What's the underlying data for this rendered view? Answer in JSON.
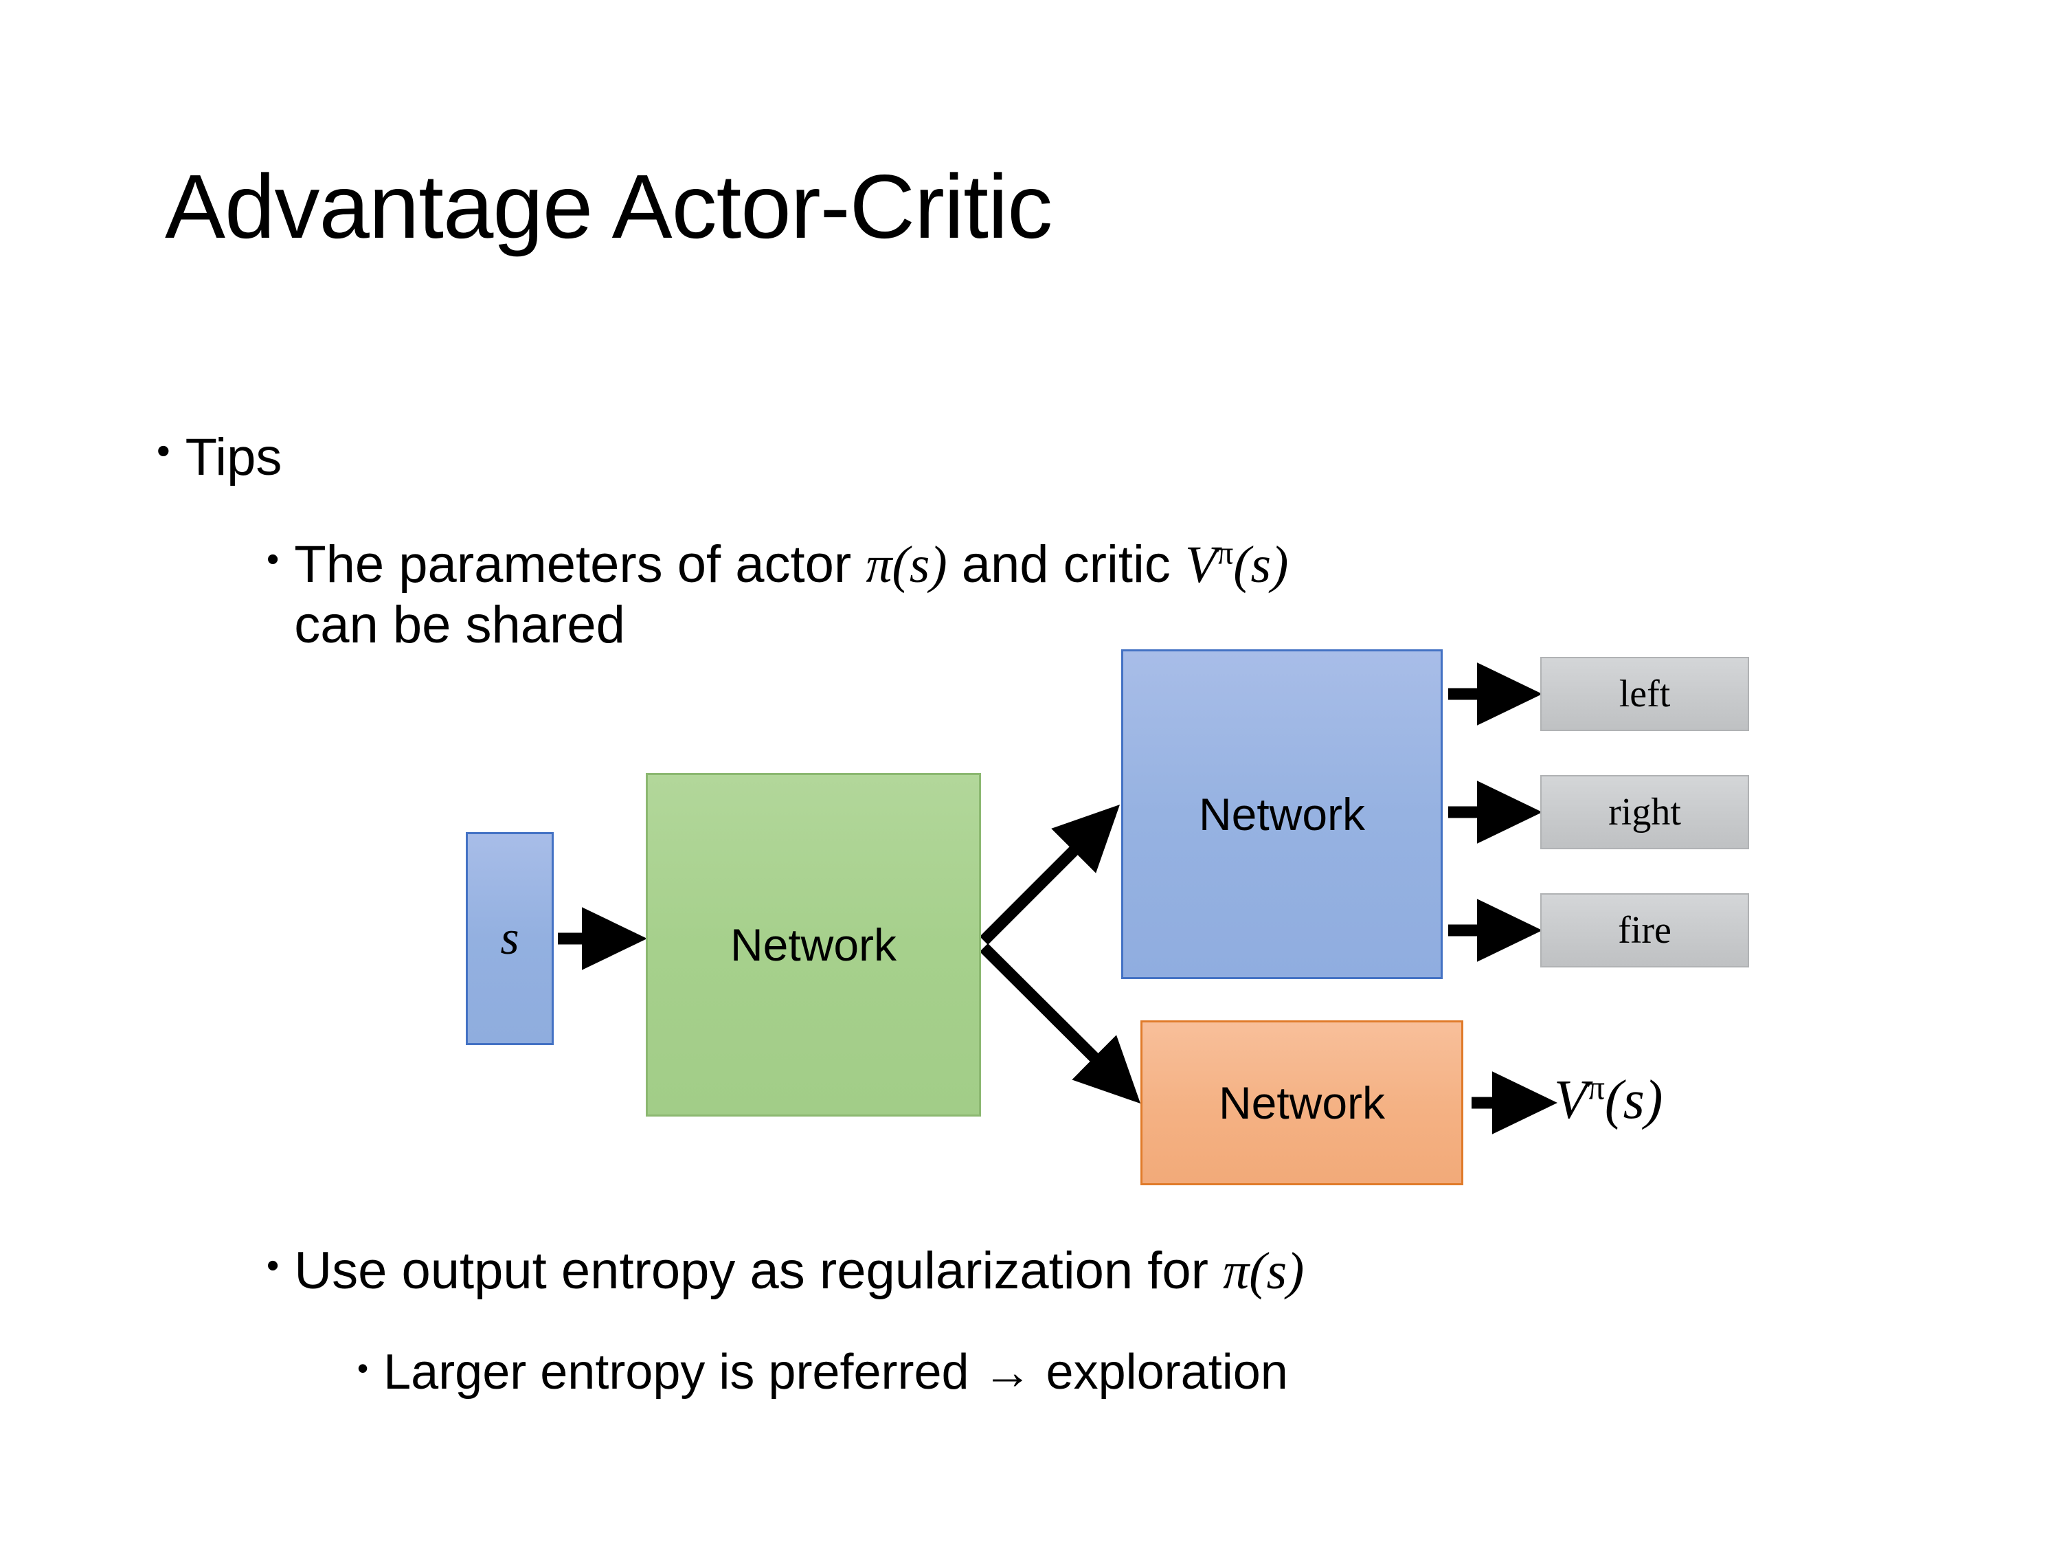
{
  "slide": {
    "title": "Advantage Actor-Critic"
  },
  "bullets": {
    "tips": "Tips",
    "params_line_prefix": "The parameters of actor ",
    "params_math_actor": "π(s)",
    "params_line_mid": "  and critic ",
    "params_math_critic_base": "V",
    "params_math_critic_sup": "π",
    "params_math_critic_arg": "(s)",
    "params_line_2": "can be shared",
    "entropy_prefix": "Use output entropy as regularization for ",
    "entropy_math": "π(s)",
    "larger": "Larger entropy is preferred → exploration"
  },
  "diagram": {
    "state_label": "s",
    "shared_network_label": "Network",
    "actor_network_label": "Network",
    "critic_network_label": "Network",
    "outputs": [
      {
        "label": "left"
      },
      {
        "label": "right"
      },
      {
        "label": "fire"
      }
    ],
    "value_output_base": "V",
    "value_output_sup": "π",
    "value_output_arg": "(s)"
  },
  "colors": {
    "state_box_fill": "#93b0e0",
    "state_box_border": "#4472c4",
    "shared_box_fill": "#a6d08c",
    "shared_box_border": "#8cb871",
    "actor_box_fill": "#96b2e1",
    "actor_box_border": "#4472c4",
    "critic_box_fill": "#f4b183",
    "critic_box_border": "#e07b2a",
    "output_box_fill": "#c8cacc",
    "output_box_border": "#b0b2b4",
    "text": "#000000",
    "background": "#ffffff"
  }
}
